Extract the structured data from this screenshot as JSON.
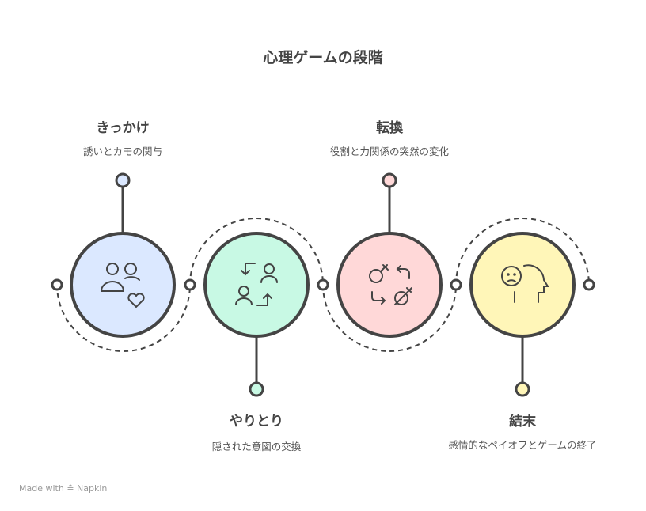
{
  "title": "心理ゲームの段階",
  "stages": [
    {
      "title": "きっかけ",
      "description": "誘いとカモの関与",
      "icon": "people-heart-icon",
      "color": "#dbe8ff"
    },
    {
      "title": "やりとり",
      "description": "隠された意図の交換",
      "icon": "people-exchange-icon",
      "color": "#c8f9e4"
    },
    {
      "title": "転換",
      "description": "役割と力関係の突然の変化",
      "icon": "gender-switch-icon",
      "color": "#ffd8d8"
    },
    {
      "title": "結末",
      "description": "感情的なペイオフとゲームの終了",
      "icon": "sad-head-icon",
      "color": "#fff6b8"
    }
  ],
  "footer": {
    "made_with": "Made with",
    "brand": "Napkin"
  }
}
